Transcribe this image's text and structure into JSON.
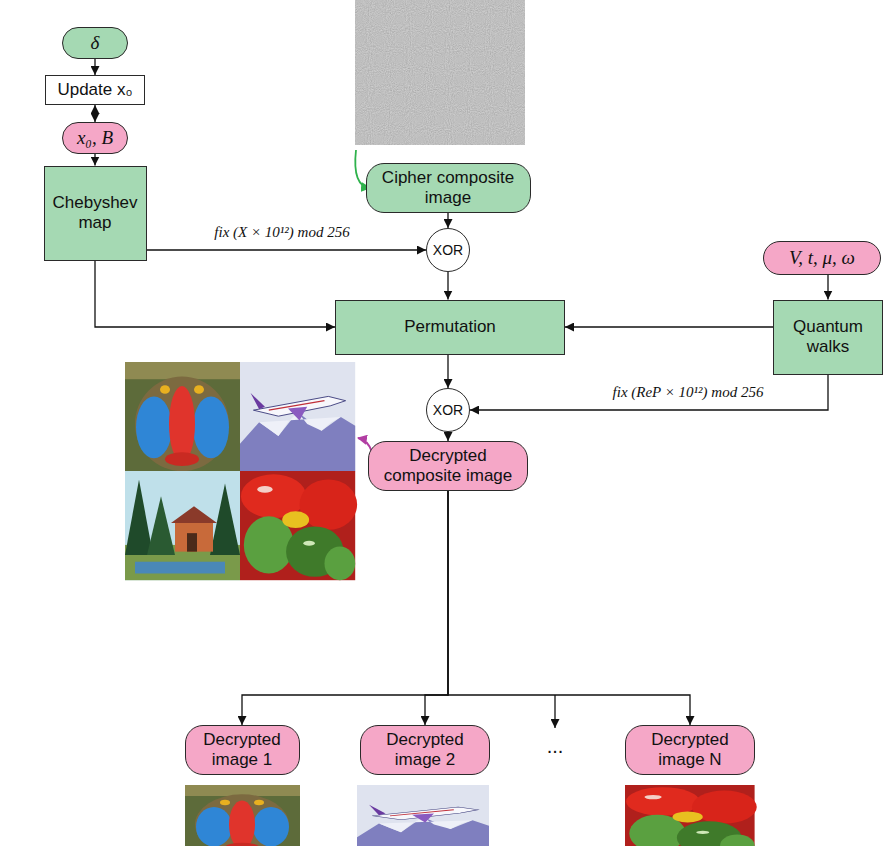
{
  "diagram": {
    "nodes": [
      {
        "text": [
          "δ"
        ]
      },
      {
        "text": [
          "Update x₀"
        ]
      },
      {
        "text": [
          "x₀, B"
        ]
      },
      {
        "text": [
          "Chebyshev map"
        ]
      },
      {
        "text": [
          "Cipher composite image"
        ]
      },
      {
        "text": [
          "XOR"
        ]
      },
      {
        "text": [
          "V, t, μ, ω"
        ]
      },
      {
        "text": [
          "Quantum walks"
        ]
      },
      {
        "text": [
          "Permutation"
        ]
      },
      {
        "text": [
          "XOR"
        ]
      },
      {
        "text": [
          "Decrypted composite image"
        ]
      },
      {
        "text": [
          "Decrypted image 1"
        ]
      },
      {
        "text": [
          "Decrypted image 2"
        ]
      },
      {
        "text": [
          "Decrypted image N"
        ]
      }
    ],
    "edges": [
      {
        "from": 0,
        "to": 1,
        "arrow": "to"
      },
      {
        "from": 1,
        "to": 2,
        "arrow": "both"
      },
      {
        "from": 2,
        "to": 3,
        "arrow": "to"
      },
      {
        "from": 3,
        "to": 5,
        "arrow": "to",
        "label": "fix (X × 10¹²) mod 256"
      },
      {
        "from": 4,
        "to": 5,
        "arrow": "to"
      },
      {
        "from": 5,
        "to": 8,
        "arrow": "to"
      },
      {
        "from": 3,
        "to": 8,
        "arrow": "to"
      },
      {
        "from": 6,
        "to": 7,
        "arrow": "to"
      },
      {
        "from": 7,
        "to": 8,
        "arrow": "to"
      },
      {
        "from": 8,
        "to": 9,
        "arrow": "to"
      },
      {
        "from": 7,
        "to": 9,
        "arrow": "to",
        "label": "fix (ReP × 10¹²) mod 256"
      },
      {
        "from": 9,
        "to": 10,
        "arrow": "to"
      },
      {
        "from": 10,
        "to": 11,
        "arrow": "to"
      },
      {
        "from": 10,
        "to": 12,
        "arrow": "to"
      },
      {
        "from": 10,
        "to": 13,
        "arrow": "to"
      }
    ],
    "labels": [
      "..."
    ]
  }
}
